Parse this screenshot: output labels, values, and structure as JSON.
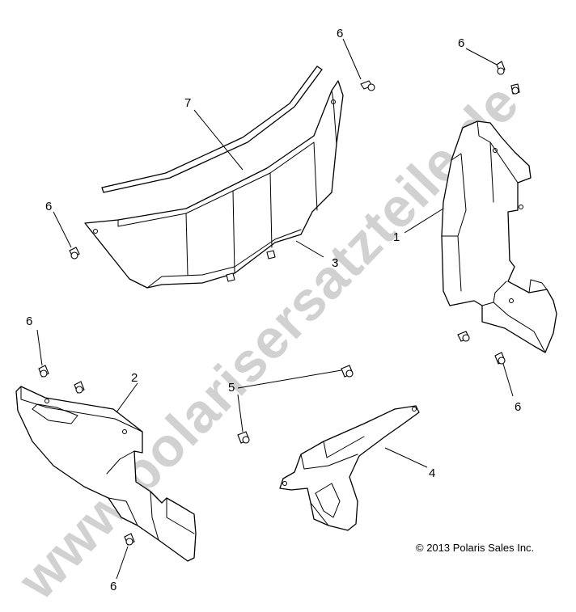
{
  "callouts": {
    "c1": "1",
    "c2": "2",
    "c3": "3",
    "c4": "4",
    "c5": "5",
    "c6a": "6",
    "c6b": "6",
    "c6c": "6",
    "c6d": "6",
    "c6e": "6",
    "c6f": "6",
    "c7": "7"
  },
  "copyright": "© 2013 Polaris Sales Inc.",
  "watermark": "www.polarisersatzteile.de",
  "colors": {
    "line": "#000000",
    "background": "#ffffff",
    "watermark": "#9a9a9a"
  }
}
